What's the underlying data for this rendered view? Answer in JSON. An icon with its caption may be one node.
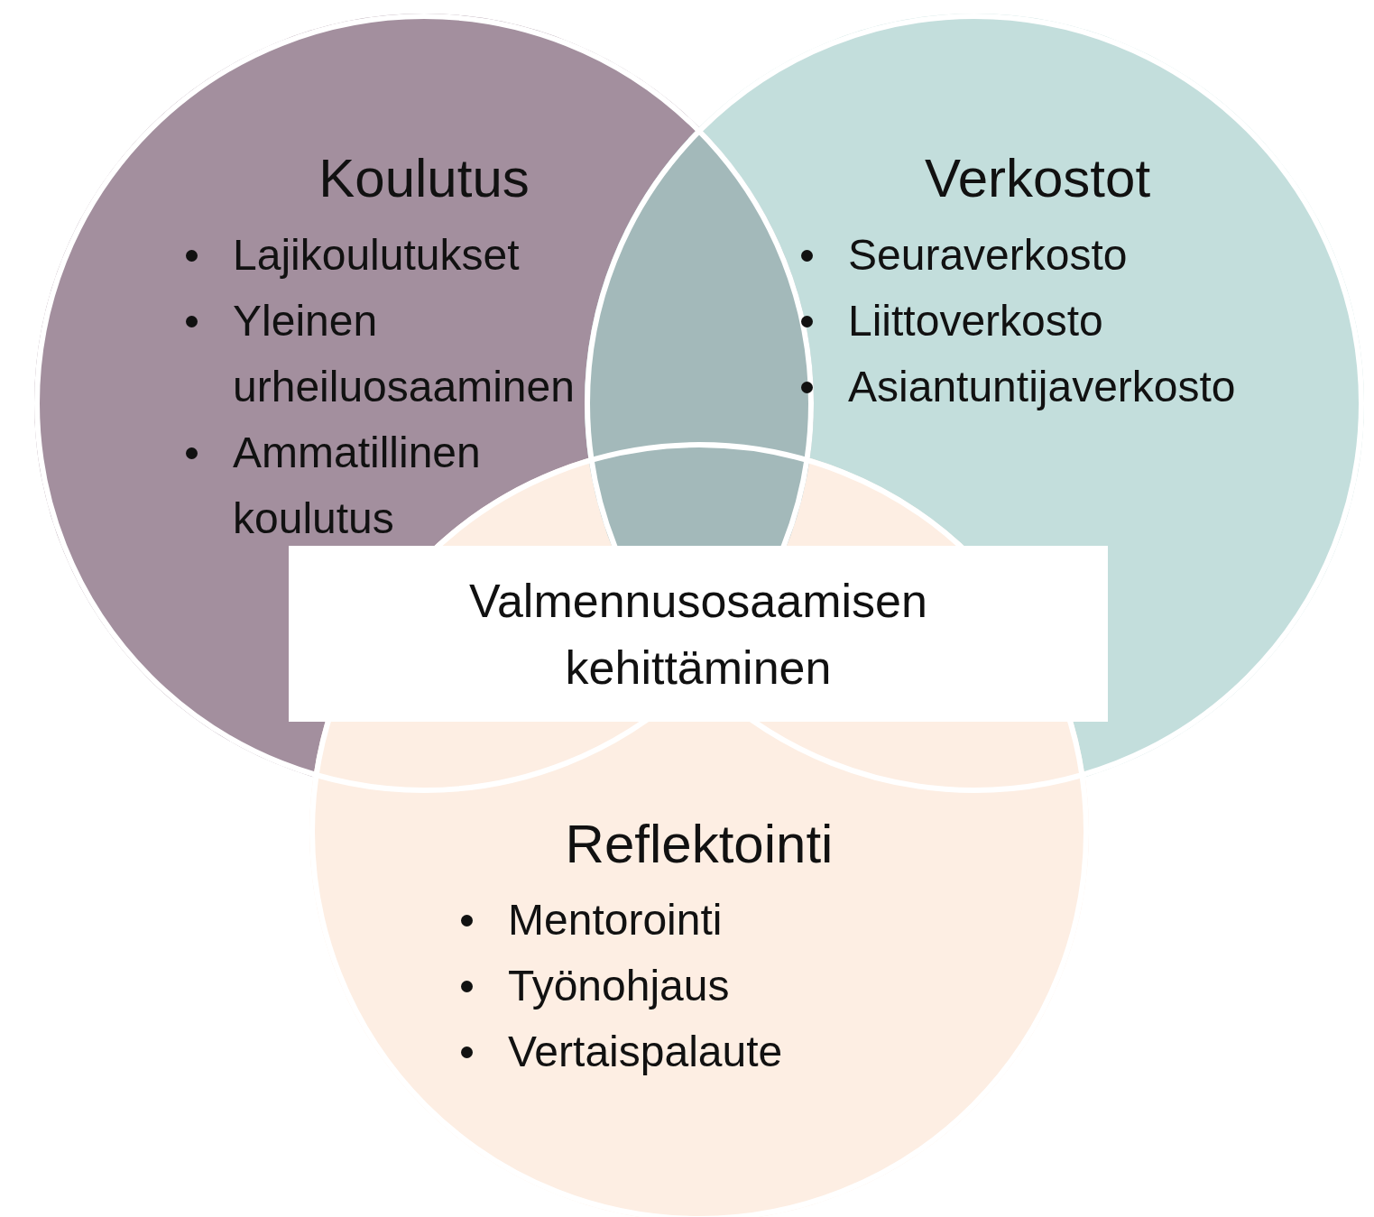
{
  "diagram": {
    "nodes": [
      {
        "text": [
          "Koulutus",
          "Lajikoulutukset",
          "Yleinen urheiluosaaminen",
          "Ammatillinen koulutus"
        ]
      },
      {
        "text": [
          "Verkostot",
          "Seuraverkosto",
          "Liittoverkosto",
          "Asiantuntijaverkosto"
        ]
      },
      {
        "text": [
          "Reflektointi",
          "Mentorointi",
          "Työnohjaus",
          "Vertaispalaute"
        ]
      },
      {
        "text": [
          "Valmennusosaamisen kehittäminen"
        ]
      }
    ]
  }
}
